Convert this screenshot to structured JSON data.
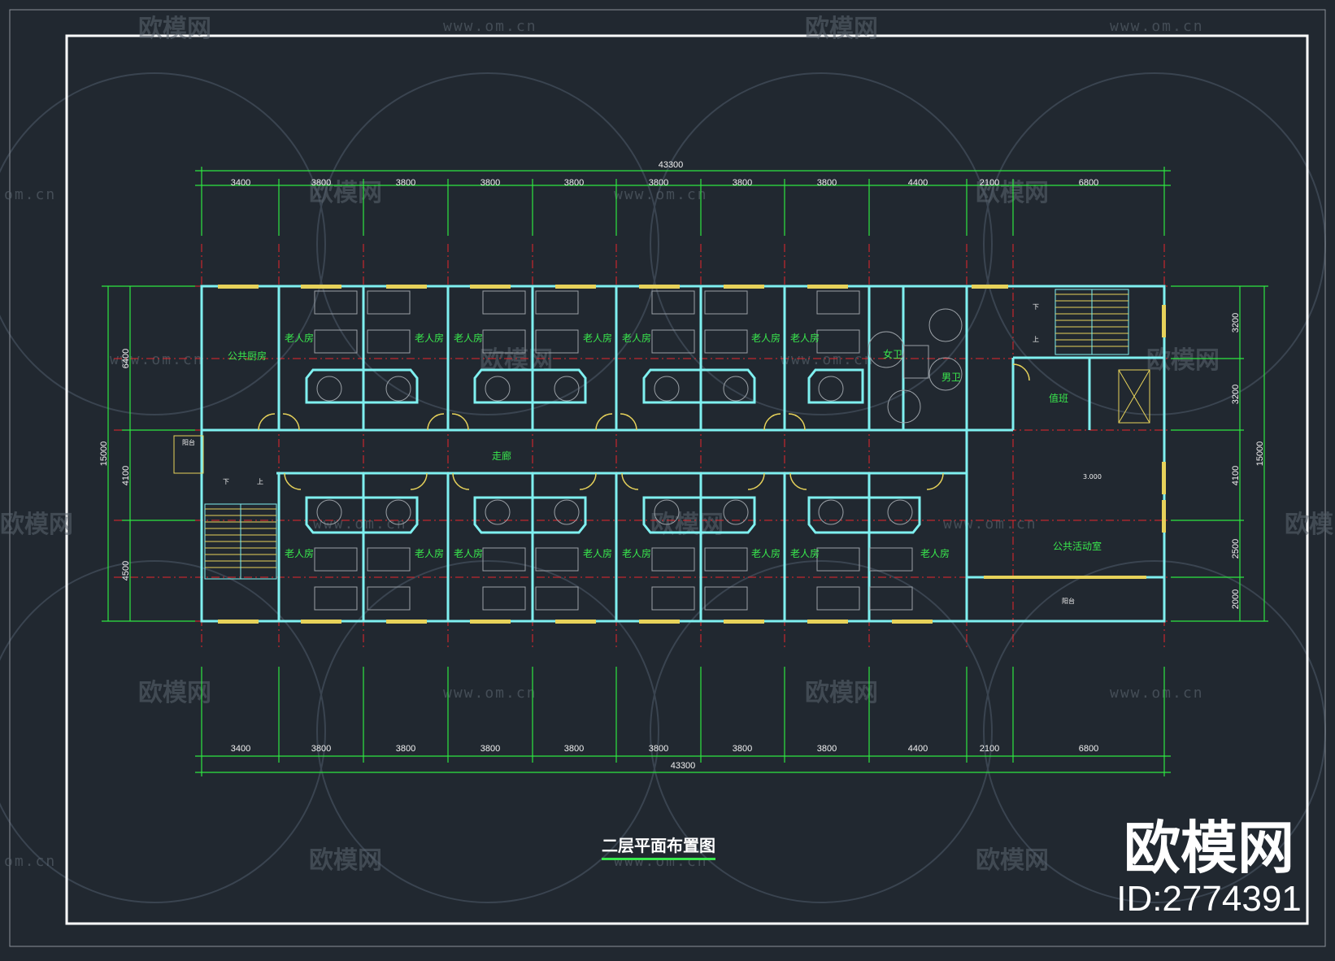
{
  "drawing": {
    "title": "二层平面布置图",
    "overall_dimension": "43300",
    "top_dims": [
      "3400",
      "3800",
      "3800",
      "3800",
      "3800",
      "3800",
      "3800",
      "3800",
      "4400",
      "2100",
      "6800"
    ],
    "bottom_dims": [
      "3400",
      "3800",
      "3800",
      "3800",
      "3800",
      "3800",
      "3800",
      "3800",
      "4400",
      "2100",
      "6800"
    ],
    "left_total": "15000",
    "left_dims": [
      "6400",
      "4100",
      "4500"
    ],
    "right_total": "15000",
    "right_dims": [
      "3200",
      "3200",
      "4100",
      "2500",
      "2000"
    ],
    "rooms": {
      "elder_room": "老人房",
      "public_kitchen": "公共厨房",
      "corridor": "走廊",
      "female_toilet": "女卫",
      "male_toilet": "男卫",
      "duty_room": "值班",
      "public_activity": "公共活动室",
      "balcony": "阳台",
      "level_mark": "3.000",
      "stair_down": "下",
      "stair_up": "上"
    },
    "colors": {
      "background": "#212830",
      "wall": "#7ff0f0",
      "axis": "#e8262b",
      "dimension": "#2ee640",
      "window": "#e7d25a",
      "text": "#f2f2f2"
    }
  },
  "watermark": {
    "brand": "欧模网",
    "url": "www.om.cn",
    "url_partial": "om.cn",
    "id": "ID:2774391"
  }
}
